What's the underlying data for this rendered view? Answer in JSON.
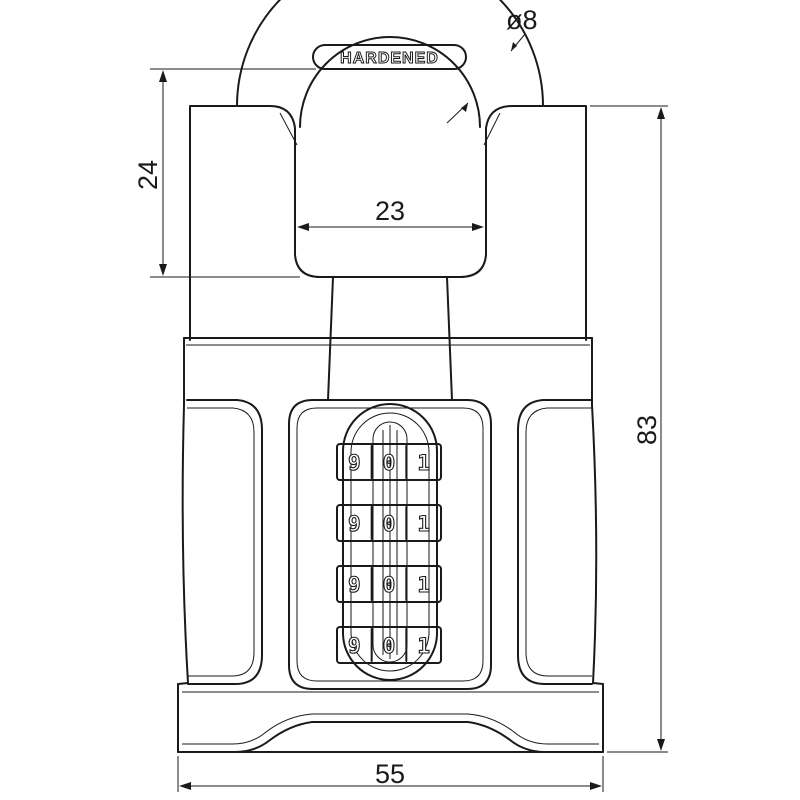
{
  "drawing": {
    "shackle_text": "HARDENED",
    "dimensions": {
      "shackle_diameter": "ø8",
      "shackle_clearance": "24",
      "shackle_inner_width": "23",
      "overall_height": "83",
      "body_width": "55"
    },
    "combination_wheels": [
      [
        "9",
        "0",
        "1"
      ],
      [
        "9",
        "0",
        "1"
      ],
      [
        "9",
        "0",
        "1"
      ],
      [
        "9",
        "0",
        "1"
      ]
    ]
  }
}
